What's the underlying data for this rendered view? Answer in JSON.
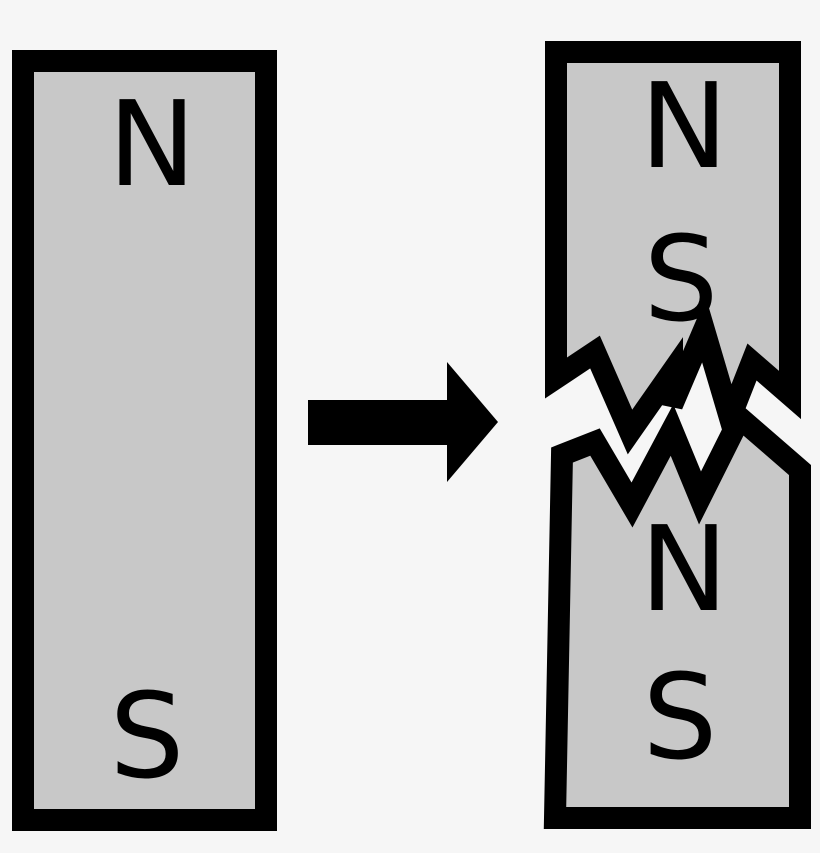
{
  "colors": {
    "background": "#f6f6f6",
    "magnet_fill": "#c8c8c8",
    "outline": "#000000",
    "arrow": "#000000"
  },
  "whole_magnet": {
    "north_label": "N",
    "south_label": "S"
  },
  "broken_magnet": {
    "top_piece": {
      "north_label": "N",
      "south_label": "S"
    },
    "bottom_piece": {
      "north_label": "N",
      "south_label": "S"
    }
  },
  "arrow_icon": "right-arrow-icon"
}
